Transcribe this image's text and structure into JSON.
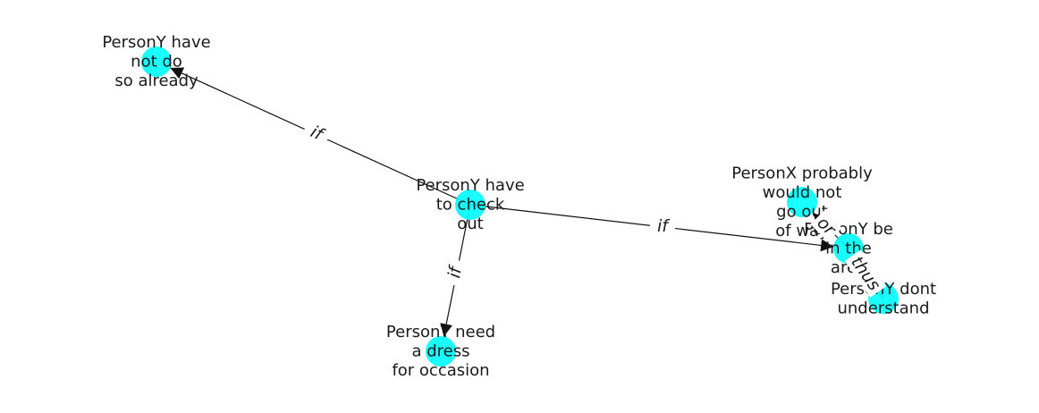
{
  "colors": {
    "node_fill": "#00FFFF",
    "edge": "#111111",
    "text": "#1a1a1a",
    "background": "#ffffff"
  },
  "nodes": [
    {
      "id": "check_out",
      "lines": [
        "PersonY have",
        "to check",
        "out"
      ]
    },
    {
      "id": "not_do",
      "lines": [
        "PersonY have",
        "not do",
        "so already"
      ]
    },
    {
      "id": "dress",
      "lines": [
        "PersonY need",
        "a dress",
        "for occasion"
      ]
    },
    {
      "id": "in_area",
      "lines": [
        "PersonY be",
        "in the",
        "area"
      ]
    },
    {
      "id": "go_out",
      "lines": [
        "PersonX probably",
        "would not",
        "go out",
        "of way"
      ]
    },
    {
      "id": "dont_understand",
      "lines": [
        "PersonY dont",
        "understand"
      ]
    }
  ],
  "edges": [
    {
      "from": "check_out",
      "to": "not_do",
      "label": "if"
    },
    {
      "from": "check_out",
      "to": "dress",
      "label": "if"
    },
    {
      "from": "check_out",
      "to": "in_area",
      "label": "if"
    },
    {
      "from": "in_area",
      "to": "go_out",
      "label": "or"
    },
    {
      "from": "dont_understand",
      "to": "in_area",
      "label": "thus"
    }
  ]
}
